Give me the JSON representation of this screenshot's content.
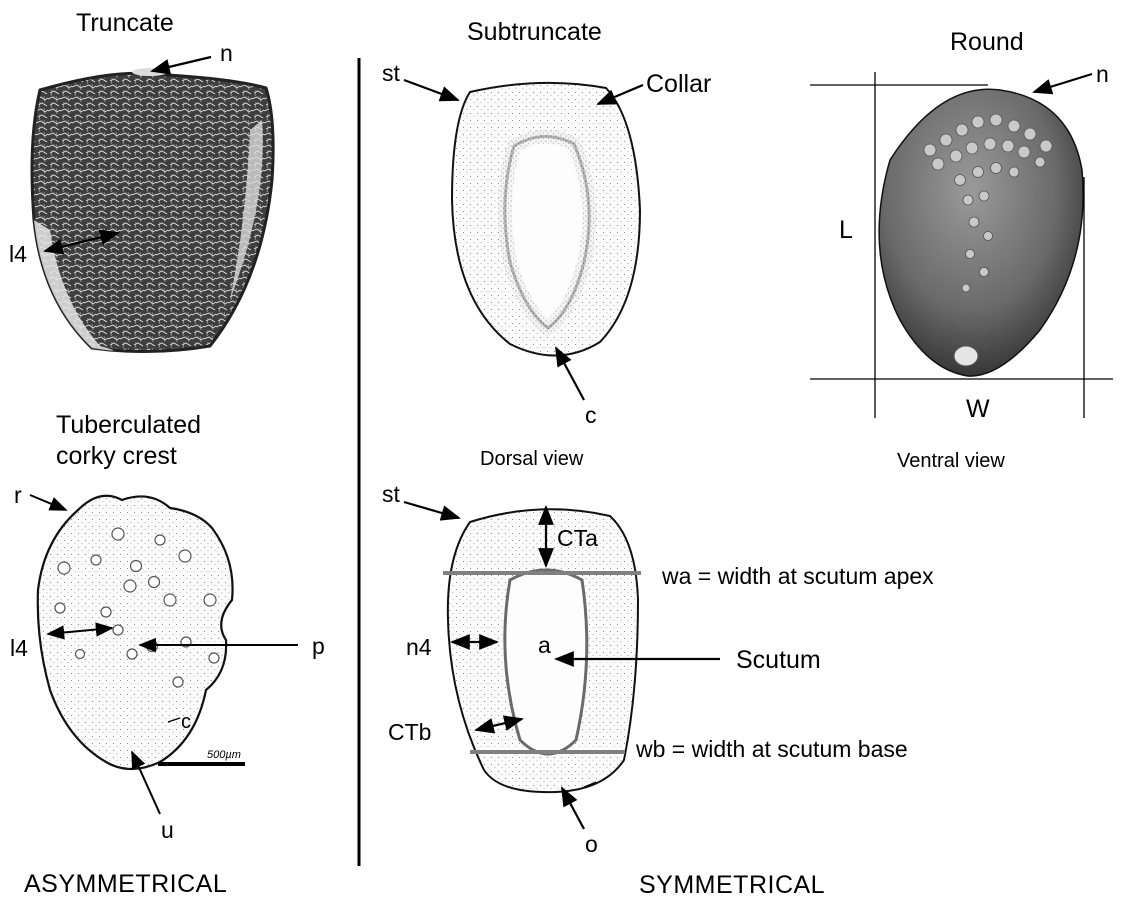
{
  "figure": {
    "asymmetrical": {
      "footer": "ASYMMETRICAL",
      "truncate": {
        "title": "Truncate",
        "n": "n",
        "l4": "l4"
      },
      "tuberculated": {
        "title_line1": "Tuberculated",
        "title_line2": "corky crest",
        "r": "r",
        "l4": "l4",
        "p": "p",
        "c": "c",
        "u": "u",
        "scale": "500µm"
      }
    },
    "symmetrical": {
      "footer": "SYMMETRICAL",
      "subtruncate": {
        "title": "Subtruncate",
        "st": "st",
        "collar": "Collar",
        "c": "c",
        "caption": "Dorsal view"
      },
      "round": {
        "title": "Round",
        "n": "n",
        "L": "L",
        "W": "W",
        "caption": "Ventral view"
      },
      "measure": {
        "st": "st",
        "CTa": "CTa",
        "wa": "wa = width at scutum apex",
        "n4": "n4",
        "a": "a",
        "scutum": "Scutum",
        "CTb": "CTb",
        "wb": "wb = width at scutum base",
        "o": "o"
      }
    }
  },
  "colors": {
    "ink": "#000000",
    "dark_texture": "#3d3d3d",
    "pale_fill": "#f5f5f5",
    "measure_bar": "#808080"
  }
}
